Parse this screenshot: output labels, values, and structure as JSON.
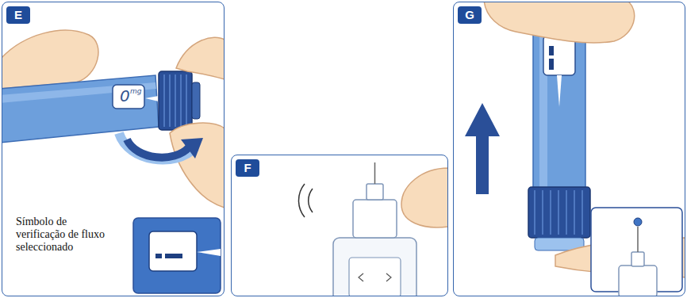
{
  "diagram": {
    "nodes": [
      {
        "text": [
          "E"
        ]
      },
      {
        "text": [
          "F"
        ]
      },
      {
        "text": [
          "G"
        ]
      }
    ],
    "labels": [
      "Símbolo de verificação de fluxo seleccionado",
      "0",
      "mg"
    ]
  }
}
